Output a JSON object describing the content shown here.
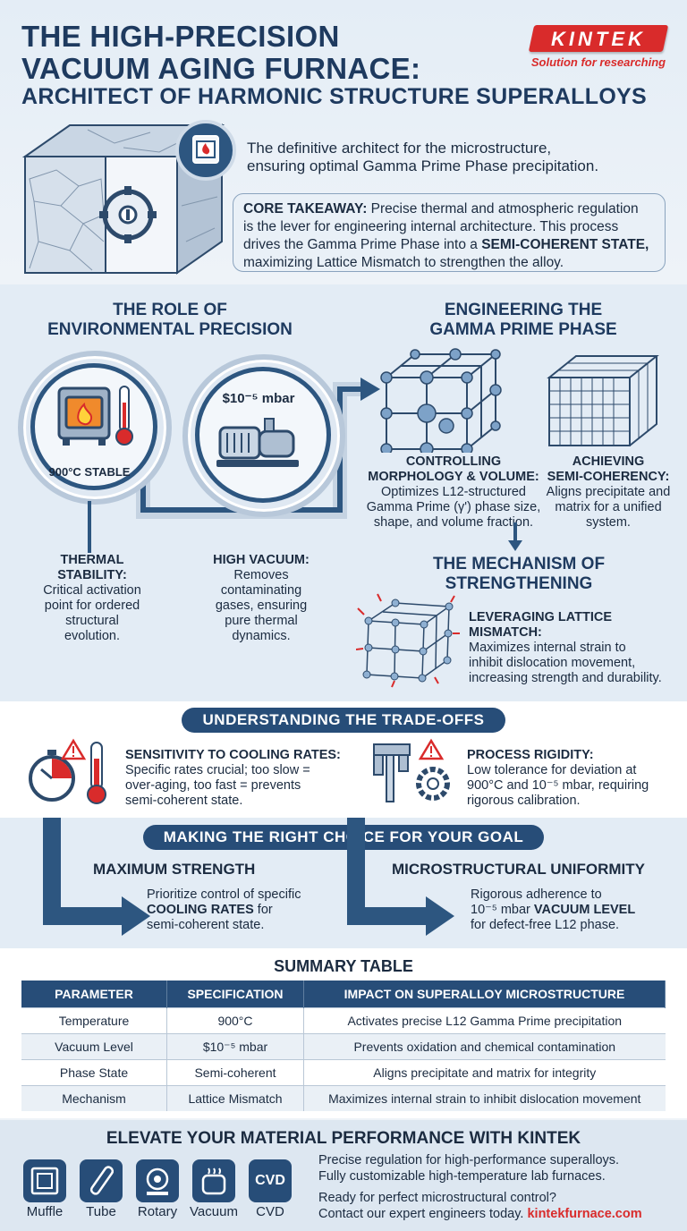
{
  "header": {
    "title_line1": "THE HIGH-PRECISION",
    "title_line2": "VACUUM AGING FURNACE:",
    "title_line3": "ARCHITECT OF HARMONIC STRUCTURE SUPERALLOYS",
    "intro_line1": "The definitive architect for the microstructure,",
    "intro_line2": "ensuring optimal Gamma Prime Phase precipitation.",
    "takeaway_label": "CORE TAKEAWAY:",
    "takeaway_line1": " Precise thermal and atmospheric regulation",
    "takeaway_line2": "is the lever for engineering internal architecture. This process",
    "takeaway_line3a": "drives the Gamma Prime Phase into a ",
    "takeaway_line3b": "SEMI-COHERENT STATE,",
    "takeaway_line4": "maximizing Lattice Mismatch to strengthen the alloy."
  },
  "logo": {
    "brand": "KINTEK",
    "tagline": "Solution for researching"
  },
  "environment": {
    "title_line1": "THE ROLE OF",
    "title_line2": "ENVIRONMENTAL PRECISION",
    "furnace_badge": "900°C STABLE",
    "vacuum_badge": "$10⁻⁵ mbar",
    "thermal_title1": "THERMAL",
    "thermal_title2": "STABILITY:",
    "thermal_desc": [
      "Critical activation",
      "point for ordered",
      "structural",
      "evolution."
    ],
    "vacuum_title": "HIGH VACUUM:",
    "vacuum_desc": [
      "Removes",
      "contaminating",
      "gases, ensuring",
      "pure thermal",
      "dynamics."
    ]
  },
  "gamma": {
    "title_line1": "ENGINEERING THE",
    "title_line2": "GAMMA PRIME PHASE",
    "control_title1": "CONTROLLING",
    "control_title2": "MORPHOLOGY & VOLUME:",
    "control_desc": [
      "Optimizes L12-structured",
      "Gamma Prime (γ') phase size,",
      "shape, and volume fraction."
    ],
    "coherency_title1": "ACHIEVING",
    "coherency_title2": "SEMI-COHERENCY:",
    "coherency_desc": [
      "Aligns precipitate and",
      "matrix for a unified",
      "system."
    ]
  },
  "mechanism": {
    "title_line1": "THE MECHANISM OF",
    "title_line2": "STRENGTHENING",
    "lever_title": "LEVERAGING LATTICE MISMATCH:",
    "lever_desc": [
      "Maximizes internal strain to",
      "inhibit dislocation movement,",
      "increasing strength and durability."
    ]
  },
  "tradeoffs": {
    "pill": "UNDERSTANDING THE TRADE-OFFS",
    "cooling_title": "SENSITIVITY TO COOLING RATES:",
    "cooling_desc": [
      "Specific rates crucial; too slow =",
      "over-aging, too fast = prevents",
      "semi-coherent state."
    ],
    "rigidity_title": "PROCESS RIGIDITY:",
    "rigidity_desc": [
      "Low tolerance for deviation at",
      "900°C and 10⁻⁵ mbar, requiring",
      "rigorous calibration."
    ]
  },
  "choice": {
    "pill": "MAKING THE RIGHT CHOICE FOR YOUR GOAL",
    "strength_title": "MAXIMUM STRENGTH",
    "strength_line1": "Prioritize control of specific",
    "strength_line2_bold": "COOLING RATES",
    "strength_line2_rest": " for",
    "strength_line3": "semi-coherent state.",
    "uniformity_title": "MICROSTRUCTURAL UNIFORMITY",
    "uniformity_line1": "Rigorous adherence to",
    "uniformity_line2_pre": "10⁻⁵ mbar ",
    "uniformity_line2_bold": "VACUUM LEVEL",
    "uniformity_line3": "for defect-free L12 phase."
  },
  "summary": {
    "title": "SUMMARY TABLE",
    "headers": [
      "PARAMETER",
      "SPECIFICATION",
      "IMPACT ON SUPERALLOY MICROSTRUCTURE"
    ],
    "rows": [
      [
        "Temperature",
        "900°C",
        "Activates precise L12 Gamma Prime precipitation"
      ],
      [
        "Vacuum Level",
        "$10⁻⁵ mbar",
        "Prevents oxidation and chemical contamination"
      ],
      [
        "Phase State",
        "Semi-coherent",
        "Aligns precipitate and matrix for integrity"
      ],
      [
        "Mechanism",
        "Lattice Mismatch",
        "Maximizes internal strain to inhibit dislocation movement"
      ]
    ]
  },
  "footer": {
    "title": "ELEVATE YOUR MATERIAL PERFORMANCE WITH KINTEK",
    "products": [
      "Muffle",
      "Tube",
      "Rotary",
      "Vacuum",
      "CVD"
    ],
    "cvd_tile_text": "CVD",
    "line1": "Precise regulation for high-performance superalloys.",
    "line2": "Fully customizable high-temperature lab furnaces.",
    "line3": "Ready for perfect microstructural control?",
    "line4_pre": "Contact our expert engineers today. ",
    "line4_link": "kintekfurnace.com"
  },
  "colors": {
    "navy": "#1e3a5f",
    "accent_red": "#d92b2b",
    "steel": "#274d78"
  }
}
